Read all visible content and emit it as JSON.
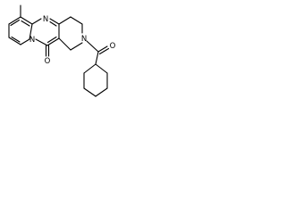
{
  "atoms": {
    "pyrimidine_n": "N",
    "bridgehead_n": "N",
    "amide_n": "N",
    "ring_carbonyl_o": "O",
    "acyl_carbonyl_o": "O"
  },
  "colors": {
    "bond": "#000000",
    "label": "#000000",
    "background": "#ffffff"
  }
}
